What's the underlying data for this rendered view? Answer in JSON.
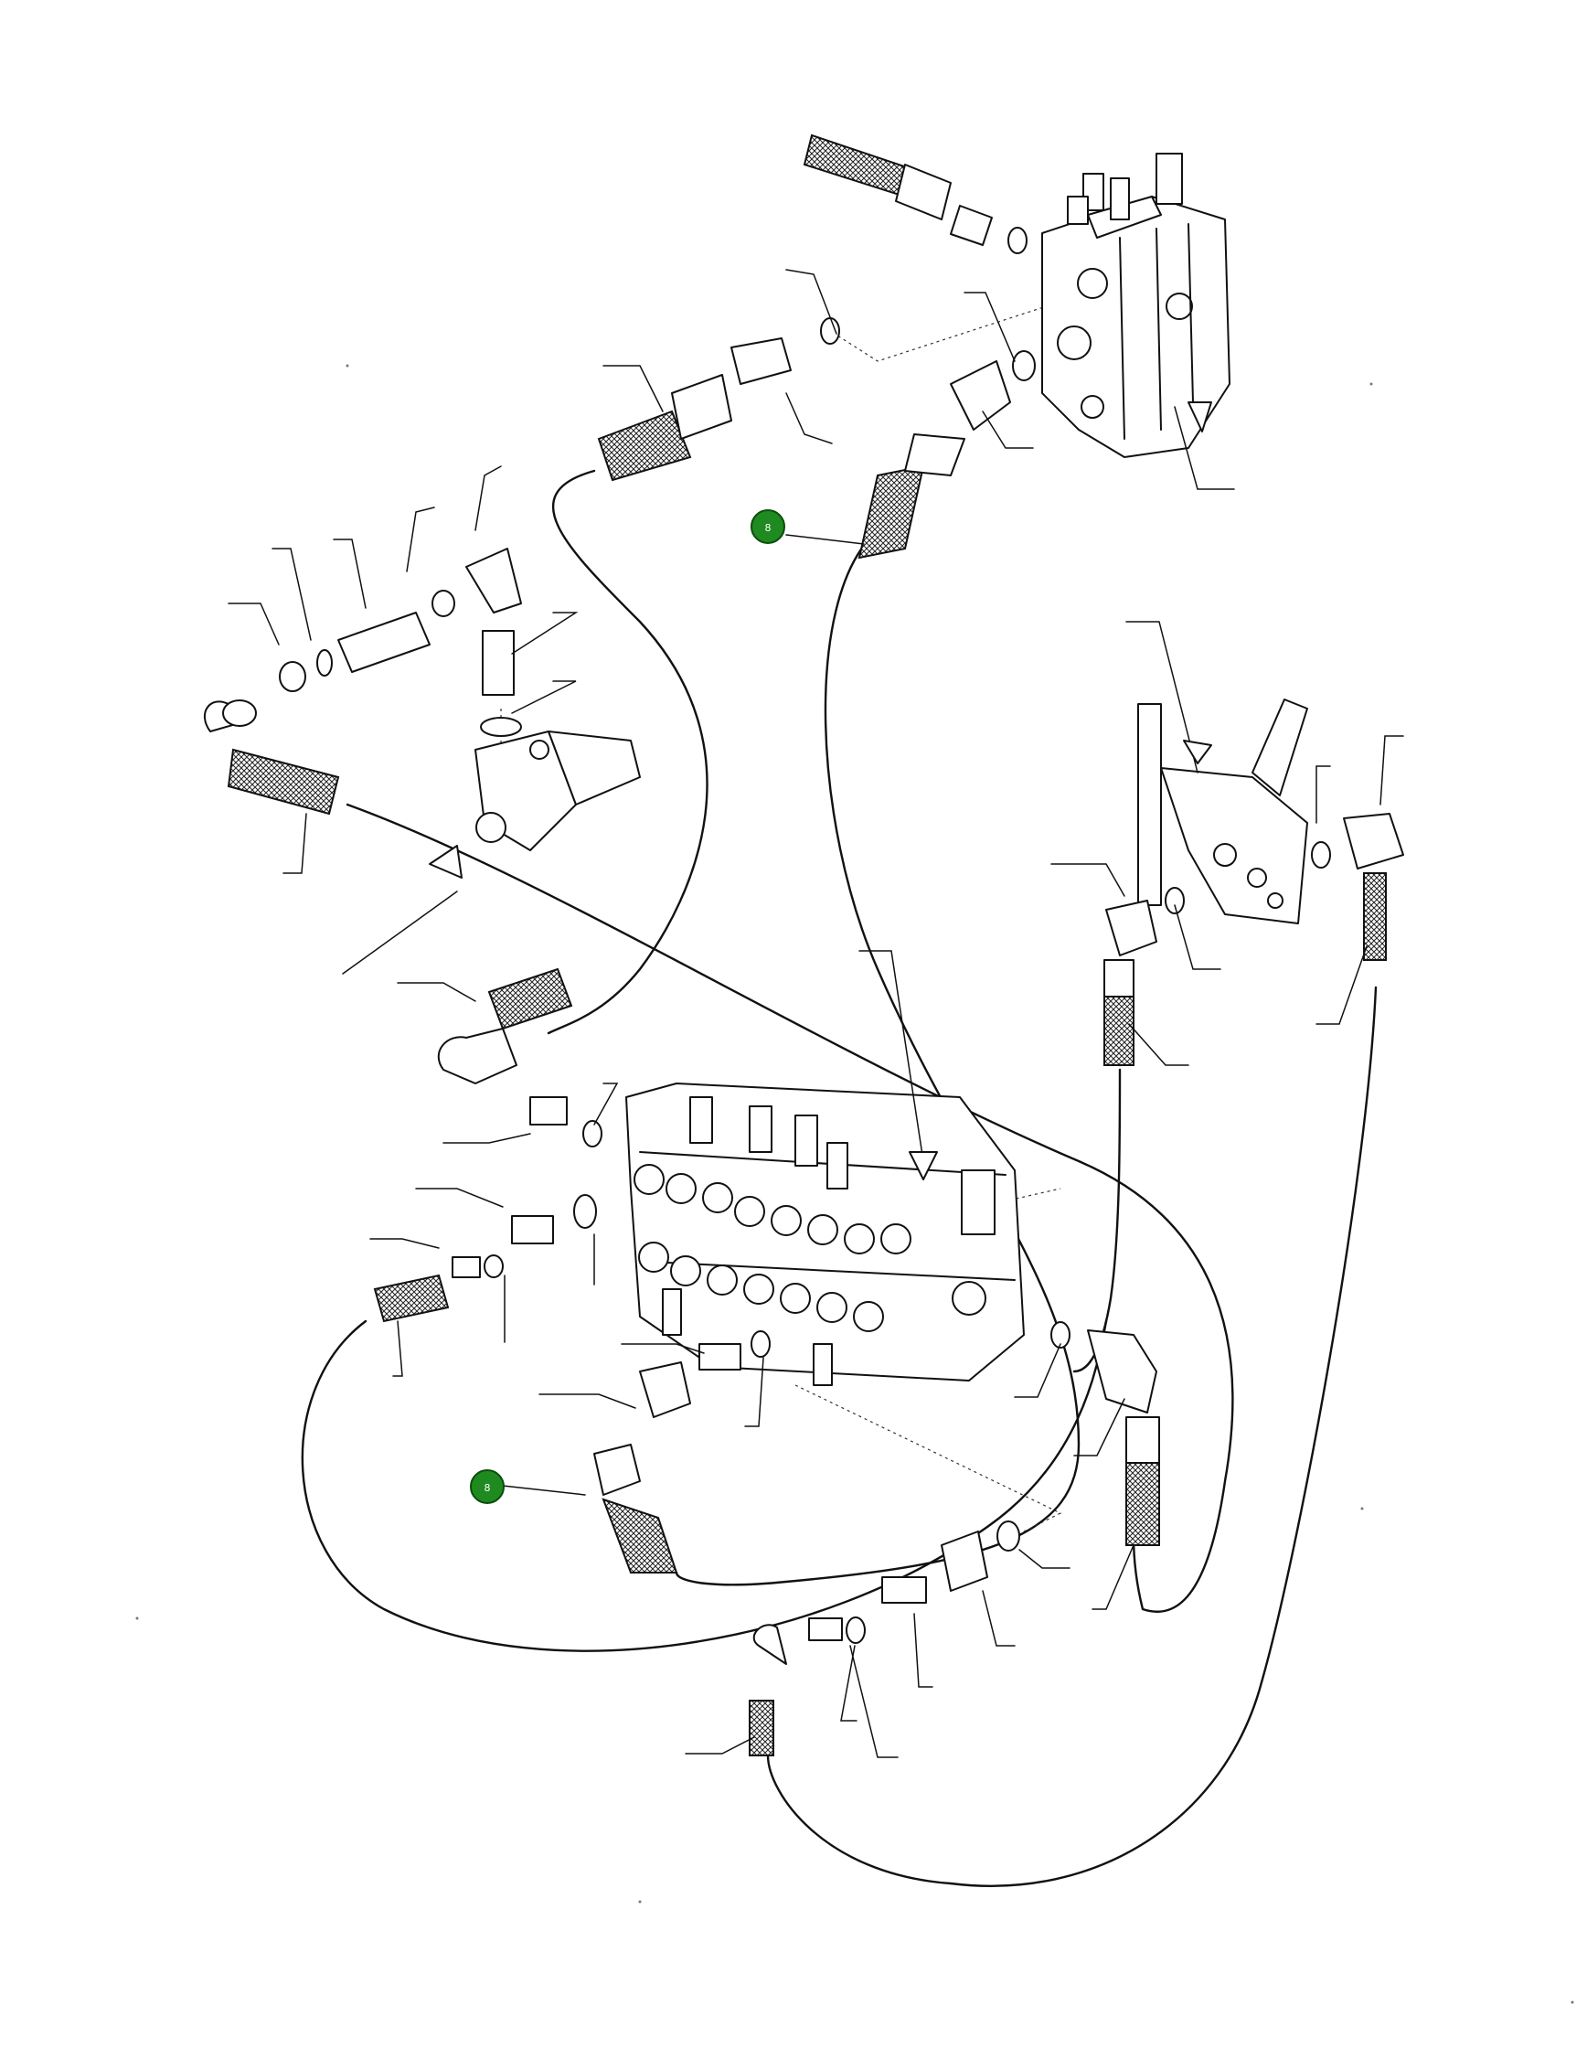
{
  "figure": {
    "callouts": [
      {
        "id": "callout-upper",
        "label": "8",
        "color": "#1f8a1f"
      },
      {
        "id": "callout-lower",
        "label": "8",
        "color": "#1f8a1f"
      }
    ],
    "line_color": "#111111",
    "background": "#ffffff"
  }
}
